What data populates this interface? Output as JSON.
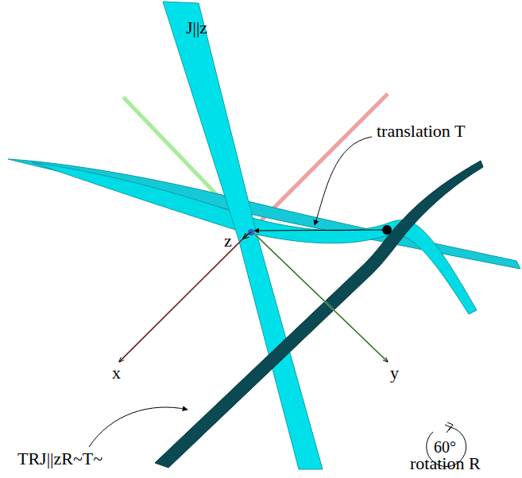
{
  "diagram": {
    "labels": [
      "J||z",
      "translation T",
      "z",
      "x",
      "y",
      "TRJ||zR~T~",
      "60°",
      "rotation R"
    ]
  }
}
